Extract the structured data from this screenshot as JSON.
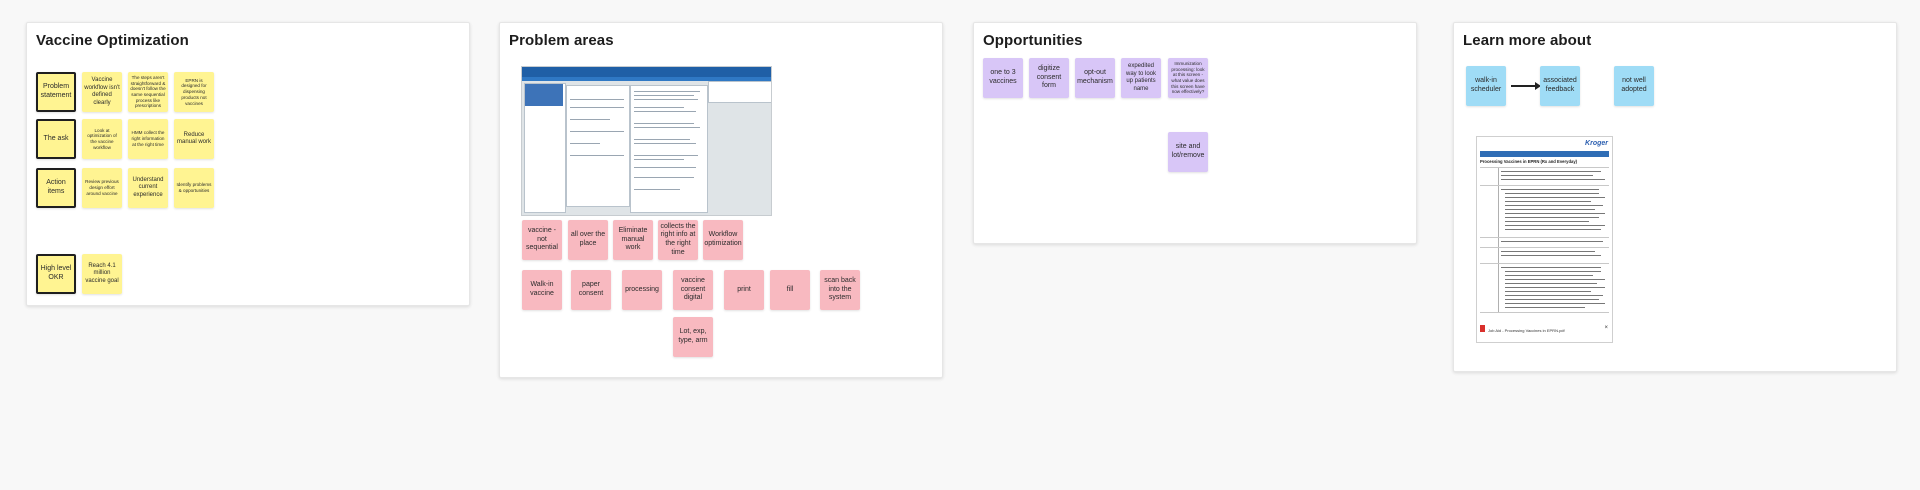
{
  "frames": {
    "vaccine_optimization": {
      "title": "Vaccine Optimization",
      "stickies": {
        "problem_statement": "Problem statement",
        "workflow_undefined": "Vaccine workflow isn't defined clearly",
        "steps_not_straightforward": "The steps aren't straightforward & doesn't follow the same sequential process like prescriptions",
        "epmn_designed": "EPRN is designed for dispensing products not vaccines",
        "the_ask": "The ask",
        "look_at_optimization": "Look at optimization of the vaccine workflow",
        "hmm_collect": "HMM collect the right information at the right time",
        "reduce_manual": "Reduce manual work",
        "action_items": "Action items",
        "review_previous": "Review previous design effort around vaccine",
        "understand_current": "Understand current experience",
        "identify_problems": "Identify problems & opportunities",
        "high_level_okr": "High level OKR",
        "reach_goal": "Reach 4.1 million vaccine goal"
      }
    },
    "problem_areas": {
      "title": "Problem areas",
      "stickies": [
        "vaccine - not sequential",
        "all over the place",
        "Eliminate manual work",
        "collects the right info at the right time",
        "Workflow optimization",
        "Walk-in vaccine",
        "paper consent",
        "processing",
        "vaccine consent digital",
        "print",
        "fill",
        "scan back into the system",
        "Lot, exp, type, arm"
      ]
    },
    "opportunities": {
      "title": "Opportunities",
      "stickies": [
        "one to 3 vaccines",
        "digitize consent form",
        "opt-out mechanism",
        "expedited way to look up patients name",
        "Immunization processing: look at this screen - what value does this screen have now effectively?",
        "site and lot/remove"
      ]
    },
    "learn_more": {
      "title": "Learn more about",
      "stickies": [
        "walk-in scheduler",
        "associated feedback",
        "not well adopted"
      ],
      "document": {
        "logo": "Kroger",
        "title": "Processing Vaccines in EPRN (Rx and Everyday)",
        "filename": "Job Aid - Processing Vaccines in EPRN.pdf",
        "close_icon": "×"
      }
    }
  },
  "colors": {
    "yellow": "#fff492",
    "pink": "#f8b9c0",
    "violet": "#d8c6f7",
    "blue": "#9fdcf6"
  }
}
